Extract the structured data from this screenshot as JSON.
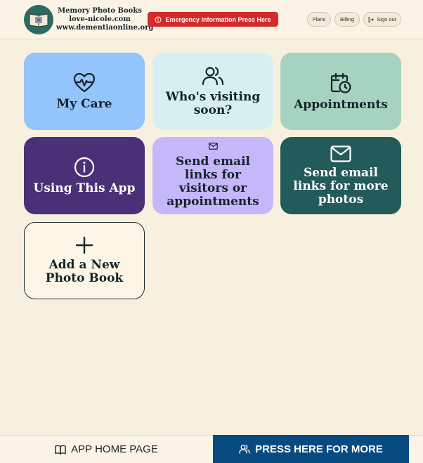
{
  "header": {
    "brand_lines": [
      "Memory Photo Books",
      "love-nicole.com",
      "www.dementiaonline.org"
    ],
    "emergency_label": "Emergency Information Press Here",
    "plans_label": "Plans",
    "billing_label": "Billing",
    "signout_label": "Sign out"
  },
  "tiles": {
    "my_care": "My Care",
    "whos_visiting": "Who's visiting soon?",
    "appointments": "Appointments",
    "using_app": "Using This App",
    "send_visitors": "Send email links for visitors or appointments",
    "send_photos": "Send email links for more photos",
    "add_book": "Add a New Photo Book"
  },
  "footer": {
    "home_label": "APP HOME PAGE",
    "more_label": "PRESS HERE FOR MORE"
  },
  "colors": {
    "background": "#f8f0df",
    "emergency": "#d42a2a",
    "footer_accent": "#064a80"
  }
}
